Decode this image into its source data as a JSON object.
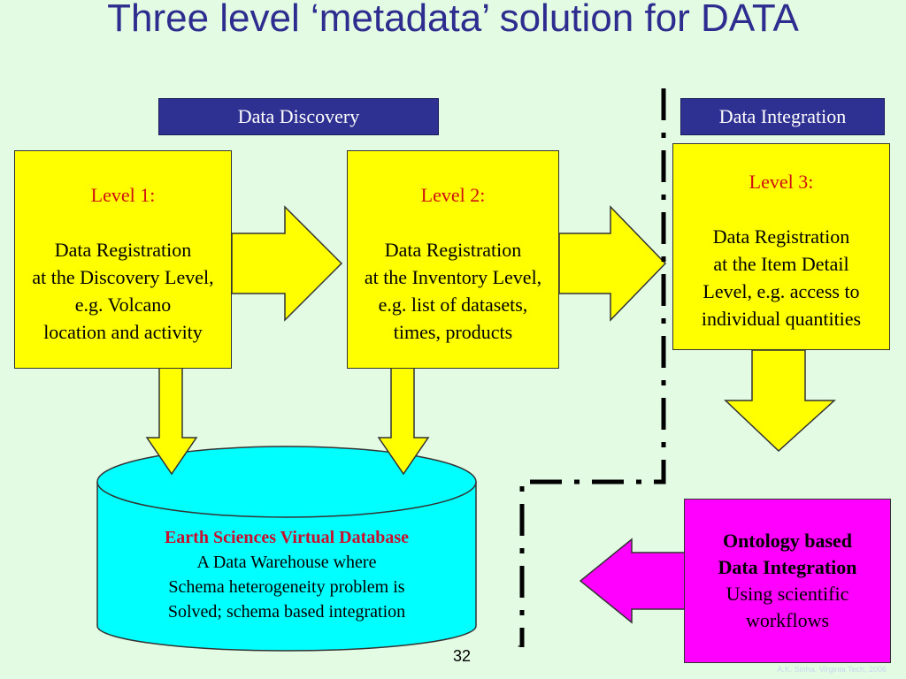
{
  "title": "Three level ‘metadata’ solution for DATA",
  "headers": {
    "discovery": "Data Discovery",
    "integration": "Data Integration"
  },
  "level1": {
    "label": "Level 1:",
    "lines": [
      "Data Registration",
      "at the Discovery Level,",
      "e.g. Volcano",
      "location and activity"
    ]
  },
  "level2": {
    "label": "Level 2:",
    "lines": [
      "Data Registration",
      "at the Inventory Level,",
      "e.g. list of datasets,",
      "times, products"
    ]
  },
  "level3": {
    "label": "Level 3:",
    "lines": [
      "Data Registration",
      "at the Item Detail",
      "Level, e.g. access to",
      "individual quantities"
    ]
  },
  "database": {
    "title": "Earth Sciences Virtual Database",
    "lines": [
      "A Data Warehouse where",
      "Schema heterogeneity problem is",
      "Solved; schema based integration"
    ]
  },
  "ontology": {
    "bold_lines": [
      "Ontology based",
      "Data Integration"
    ],
    "lines": [
      "Using scientific",
      "workflows"
    ]
  },
  "page_number": "32",
  "dash_mark": "-",
  "credit": "A.K. Sinha, Virginia Tech, 2006",
  "colors": {
    "background": "#e3fbe3",
    "yellow": "#ffff00",
    "cyan": "#00ffff",
    "magenta": "#ff00ff",
    "navy": "#2e3192",
    "red_label": "#d01010",
    "title": "#2e2d8f"
  }
}
